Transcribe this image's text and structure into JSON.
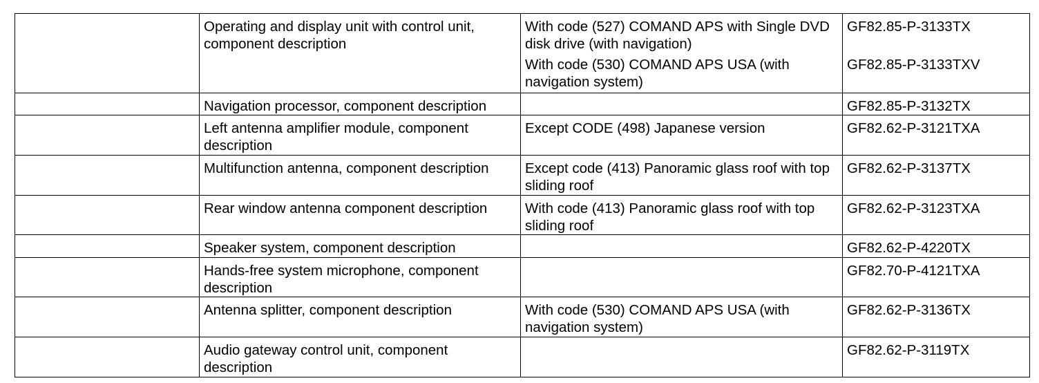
{
  "rows": [
    {
      "description": "Operating and display unit with control unit, component description",
      "conditions": [
        "With code (527) COMAND APS with Single DVD disk drive (with navigation)",
        "With code (530) COMAND APS USA (with navigation system)"
      ],
      "codes": [
        "GF82.85-P-3133TX",
        "GF82.85-P-3133TXV"
      ]
    },
    {
      "description": "Navigation processor, component description",
      "conditions": [],
      "codes": [
        "GF82.85-P-3132TX"
      ]
    },
    {
      "description": "Left antenna amplifier module, component description",
      "conditions": [
        "Except CODE (498) Japanese version"
      ],
      "codes": [
        "GF82.62-P-3121TXA"
      ]
    },
    {
      "description": "Multifunction antenna, component description",
      "conditions": [
        "Except code (413) Panoramic glass roof with top sliding roof"
      ],
      "codes": [
        "GF82.62-P-3137TX"
      ]
    },
    {
      "description": "Rear window antenna component description",
      "conditions": [
        "With code (413) Panoramic glass roof with top sliding roof"
      ],
      "codes": [
        "GF82.62-P-3123TXA"
      ]
    },
    {
      "description": "Speaker system, component description",
      "conditions": [],
      "codes": [
        "GF82.62-P-4220TX"
      ]
    },
    {
      "description": "Hands-free system microphone, component description",
      "conditions": [],
      "codes": [
        "GF82.70-P-4121TXA"
      ]
    },
    {
      "description": "Antenna splitter, component description",
      "conditions": [
        "With code (530) COMAND APS USA (with navigation system)"
      ],
      "codes": [
        "GF82.62-P-3136TX"
      ]
    },
    {
      "description": "Audio gateway control unit, component description",
      "conditions": [],
      "codes": [
        "GF82.62-P-3119TX"
      ]
    }
  ]
}
